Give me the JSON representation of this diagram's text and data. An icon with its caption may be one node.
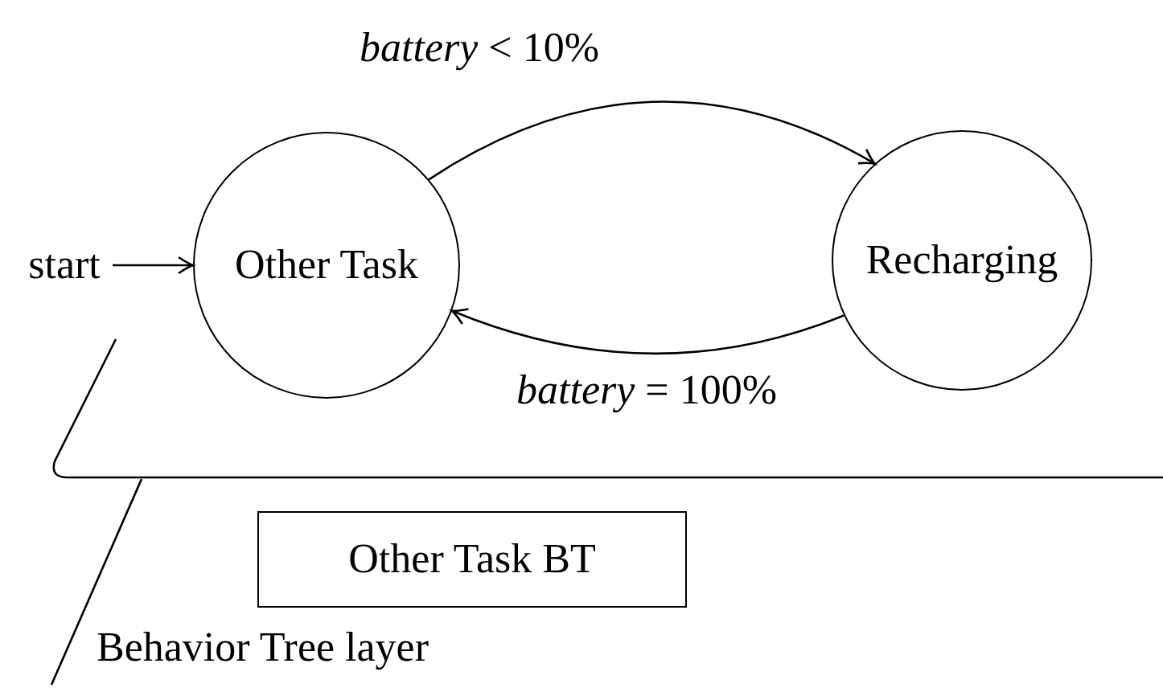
{
  "diagram": {
    "nodes": [
      {
        "text": [
          "start"
        ]
      },
      {
        "text": [
          "Other Task"
        ]
      },
      {
        "text": [
          "Recharging"
        ]
      },
      {
        "text": [
          "Other Task BT"
        ]
      }
    ],
    "edges": [
      {
        "from": 0,
        "to": 1,
        "arrow": "to"
      },
      {
        "from": 1,
        "to": 2,
        "arrow": "to",
        "label": "*battery* < 10%"
      },
      {
        "from": 2,
        "to": 1,
        "arrow": "to",
        "label": "*battery* = 100%"
      }
    ],
    "labels": [
      "Behavior Tree layer"
    ]
  }
}
